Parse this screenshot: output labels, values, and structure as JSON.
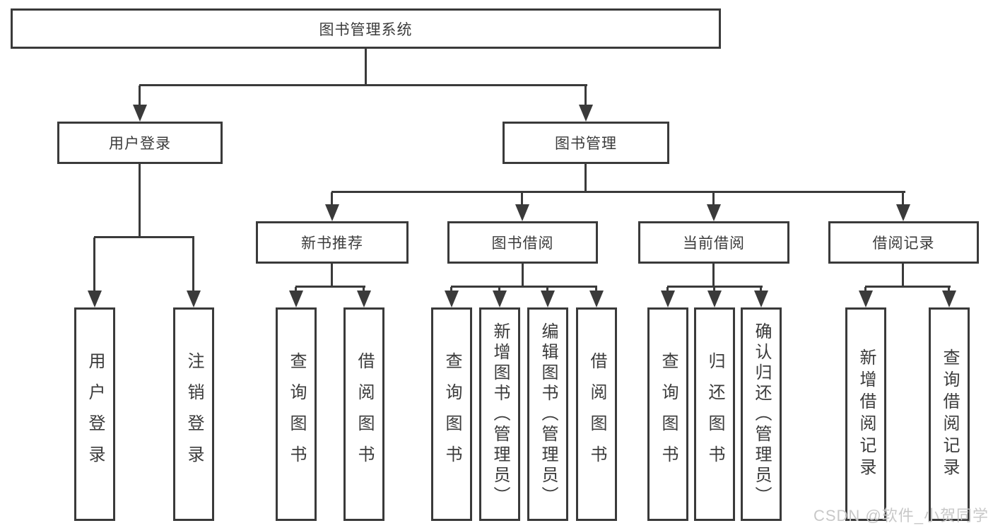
{
  "title": "图书管理系统",
  "watermark": "CSDN @软件_小贺同学",
  "colors": {
    "line": "#3a3a3a",
    "text": "#3b3b3b",
    "background": "#ffffff",
    "watermark": "#c8c8c8"
  },
  "tree": {
    "label": "图书管理系统",
    "children": [
      {
        "label": "用户登录",
        "children": [
          {
            "label": "用户登录"
          },
          {
            "label": "注销登录"
          }
        ]
      },
      {
        "label": "图书管理",
        "children": [
          {
            "label": "新书推荐",
            "children": [
              {
                "label": "查询图书"
              },
              {
                "label": "借阅图书"
              }
            ]
          },
          {
            "label": "图书借阅",
            "children": [
              {
                "label": "查询图书"
              },
              {
                "label": "新增图书（管理员）"
              },
              {
                "label": "编辑图书（管理员）"
              },
              {
                "label": "借阅图书"
              }
            ]
          },
          {
            "label": "当前借阅",
            "children": [
              {
                "label": "查询图书"
              },
              {
                "label": "归还图书"
              },
              {
                "label": "确认归还（管理员）"
              }
            ]
          },
          {
            "label": "借阅记录",
            "children": [
              {
                "label": "新增借阅记录"
              },
              {
                "label": "查询借阅记录"
              }
            ]
          }
        ]
      }
    ]
  }
}
